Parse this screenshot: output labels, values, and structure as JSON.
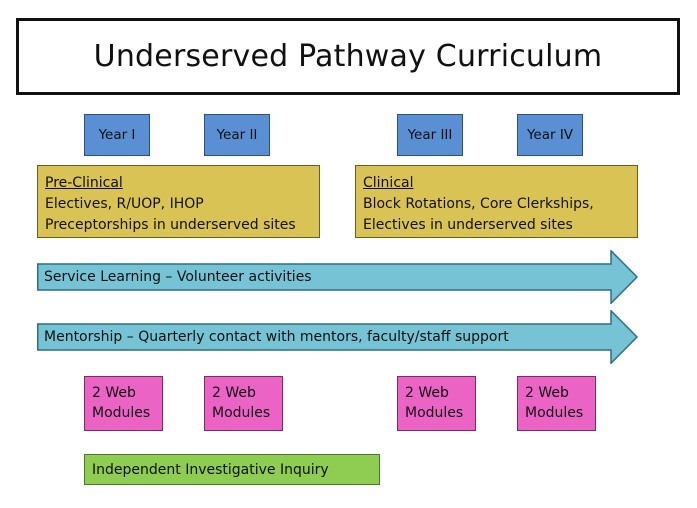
{
  "title": "Underserved Pathway Curriculum",
  "years": [
    "Year I",
    "Year II",
    "Year III",
    "Year IV"
  ],
  "preclinical": {
    "heading": "Pre-Clinical",
    "lines": [
      "Electives, R/UOP, IHOP",
      "Preceptorships in underserved sites"
    ]
  },
  "clinical": {
    "heading": "Clinical",
    "lines": [
      "Block Rotations, Core Clerkships,",
      "Electives in underserved sites"
    ]
  },
  "arrows": [
    "Service Learning – Volunteer activities",
    "Mentorship – Quarterly contact with mentors, faculty/staff support"
  ],
  "modules": [
    [
      "2 Web",
      "Modules"
    ],
    [
      "2 Web",
      "Modules"
    ],
    [
      "2 Web",
      "Modules"
    ],
    [
      "2 Web",
      "Modules"
    ]
  ],
  "inquiry": "Independent Investigative Inquiry",
  "colors": {
    "year": "#5b8fd3",
    "phase": "#d9c355",
    "arrow": "#76c3d6",
    "module": "#ec63c6",
    "inquiry": "#8ecc52"
  }
}
